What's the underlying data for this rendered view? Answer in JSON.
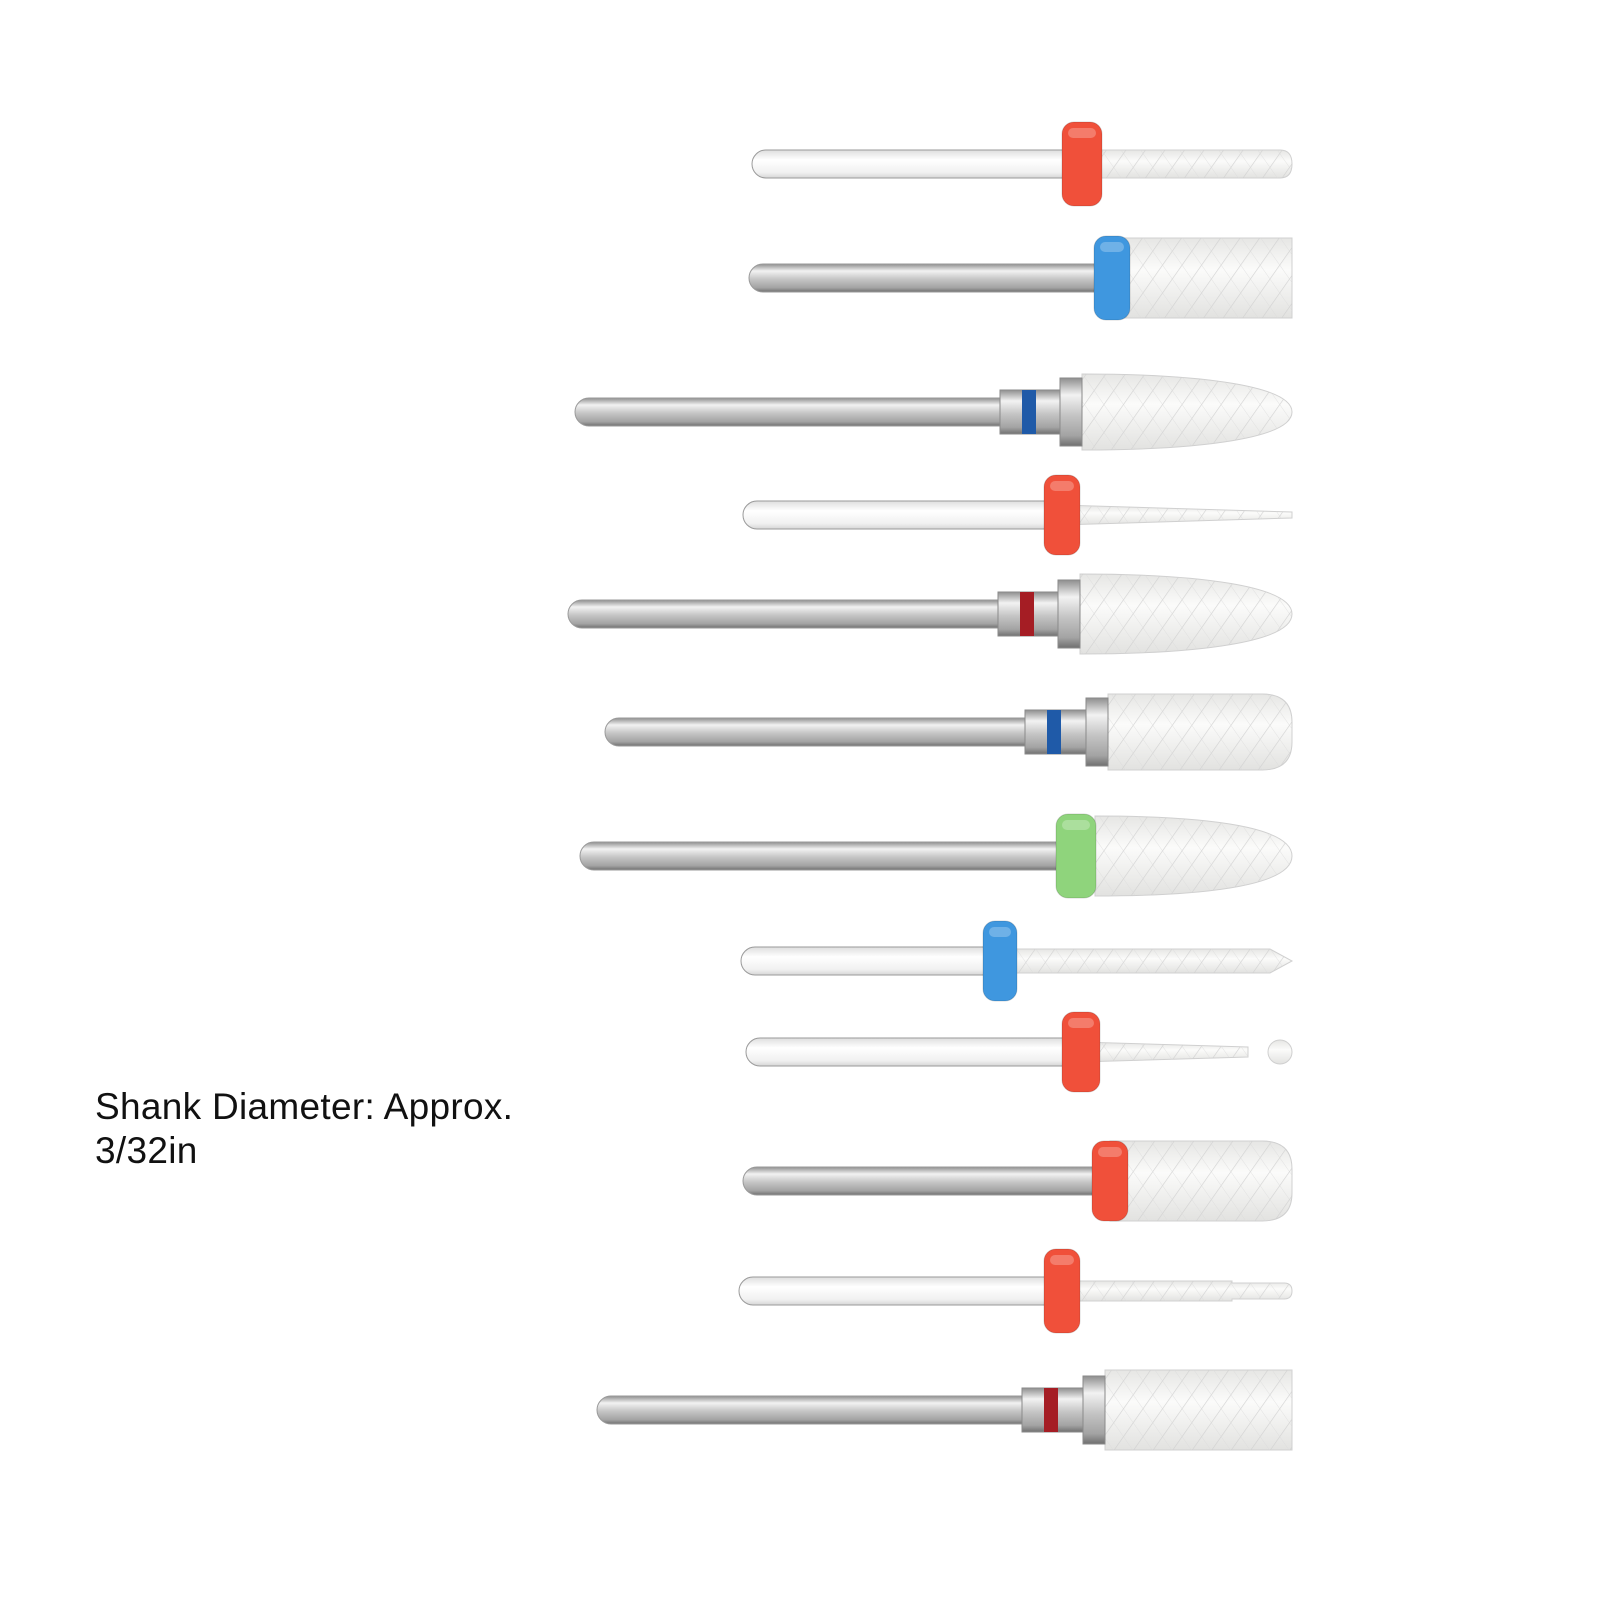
{
  "caption": {
    "line1": "Shank Diameter: Approx.",
    "line2": "3/32in"
  },
  "colors": {
    "background": "#ffffff",
    "red_band": "#f0503a",
    "blue_band": "#3f97df",
    "green_band": "#8fd47c",
    "dark_red_ring": "#a51d24",
    "navy_ring": "#1f5aa8",
    "ceramic": "#f4f4f2",
    "steel": "#c9c9c9"
  },
  "bits": [
    {
      "name": "bit-1",
      "shank": "ceramic",
      "head": "cylinder-rounded",
      "band_color": "red_band"
    },
    {
      "name": "bit-2",
      "shank": "steel",
      "head": "barrel-flat",
      "band_color": "blue_band"
    },
    {
      "name": "bit-3",
      "shank": "steel",
      "head": "cone-large",
      "band_color": "navy_ring"
    },
    {
      "name": "bit-4",
      "shank": "ceramic",
      "head": "needle",
      "band_color": "red_band"
    },
    {
      "name": "bit-5",
      "shank": "steel",
      "head": "cone-large",
      "band_color": "dark_red_ring"
    },
    {
      "name": "bit-6",
      "shank": "steel",
      "head": "cylinder-rounded-large",
      "band_color": "navy_ring"
    },
    {
      "name": "bit-7",
      "shank": "steel",
      "head": "cone-large",
      "band_color": "green_band"
    },
    {
      "name": "bit-8",
      "shank": "ceramic",
      "head": "pointed",
      "band_color": "blue_band"
    },
    {
      "name": "bit-9",
      "shank": "ceramic",
      "head": "ball",
      "band_color": "red_band"
    },
    {
      "name": "bit-10",
      "shank": "steel",
      "head": "cylinder-rounded-large",
      "band_color": "red_band"
    },
    {
      "name": "bit-11",
      "shank": "ceramic",
      "head": "small-cylinder",
      "band_color": "red_band"
    },
    {
      "name": "bit-12",
      "shank": "steel",
      "head": "barrel-flat",
      "band_color": "dark_red_ring"
    }
  ]
}
